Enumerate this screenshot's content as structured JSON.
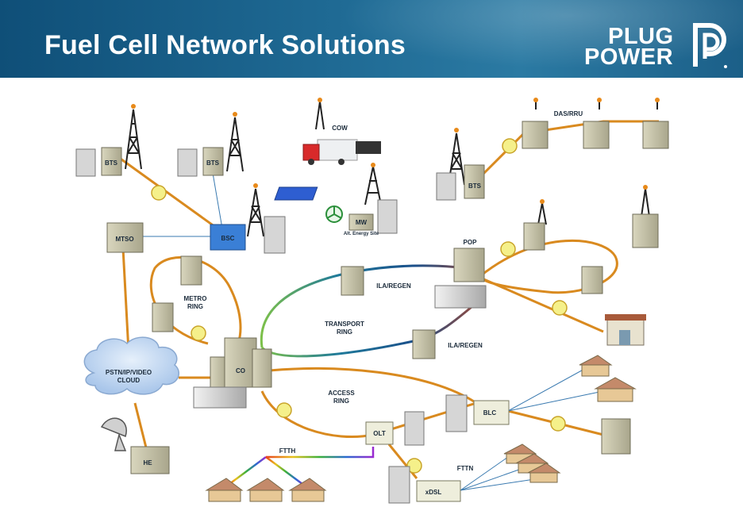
{
  "header": {
    "title": "Fuel Cell Network Solutions",
    "brand_line1": "PLUG",
    "brand_line2": "POWER",
    "brand_mark": "plug-power-logo-icon"
  },
  "labels": {
    "bts_1": "BTS",
    "bts_2": "BTS",
    "bts_3": "BTS",
    "bsc": "BSC",
    "mtso": "MTSO",
    "cow": "COW",
    "mw": "MW",
    "alt_energy": "Alt. Energy Site",
    "das_rru": "DAS/RRU",
    "pop": "POP",
    "ila_regen_1": "ILA/REGEN",
    "ila_regen_2": "ILA/REGEN",
    "transport_ring": [
      "TRANSPORT",
      "RING"
    ],
    "metro_ring": [
      "METRO",
      "RING"
    ],
    "access_ring": [
      "ACCESS",
      "RING"
    ],
    "co": "CO",
    "cloud": [
      "PSTN/IP/VIDEO",
      "CLOUD"
    ],
    "he": "HE",
    "olt": "OLT",
    "blc": "BLC",
    "ftth": "FTTH",
    "fttn": "FTTN",
    "xdsl": "xDSL"
  },
  "colors": {
    "header_bg": "#1b5f88",
    "link_orange": "#d98a1f",
    "fuel_cell_yellow": "#f5f08a",
    "building": "#c8c4a8",
    "bsc_blue": "#3a7fd6",
    "cloud": "#bcd4f0"
  }
}
